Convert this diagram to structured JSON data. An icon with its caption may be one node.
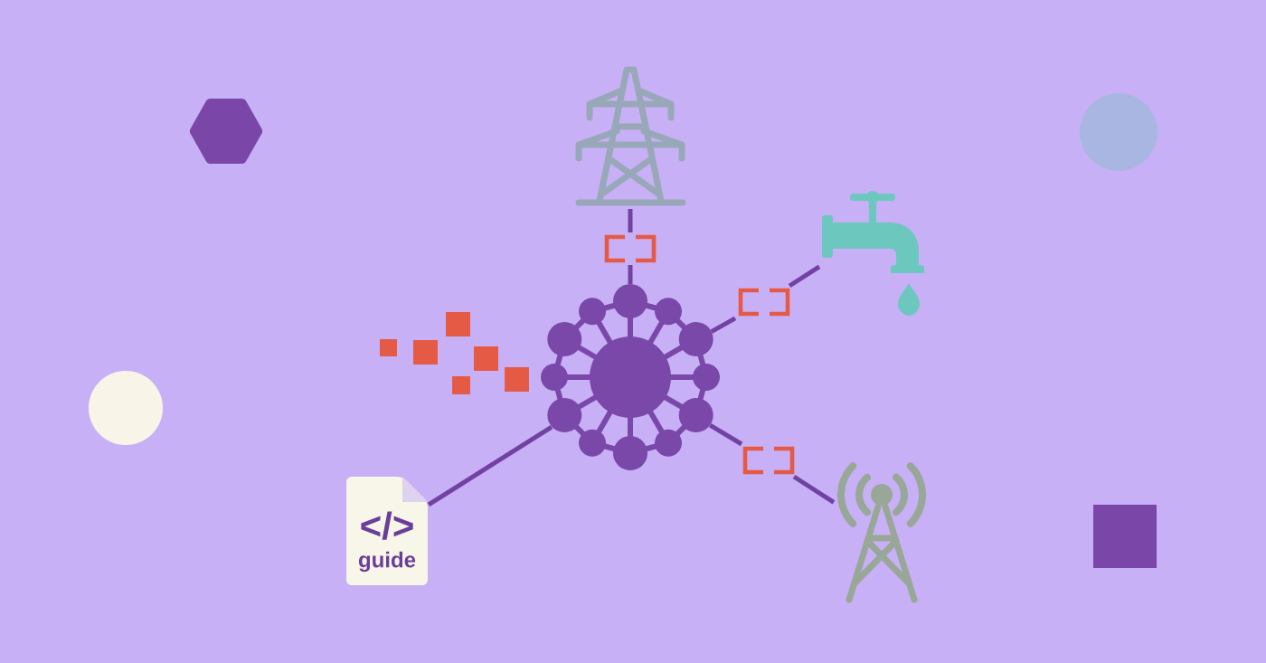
{
  "diagram": {
    "nodes": [
      {
        "text": [],
        "shape": "hexagon"
      },
      {
        "text": [],
        "shape": "picture"
      },
      {
        "text": [],
        "shape": "circle"
      },
      {
        "text": [],
        "shape": "picture"
      },
      {
        "text": [],
        "shape": "bracket"
      },
      {
        "text": [],
        "shape": "bracket"
      },
      {
        "text": [],
        "shape": "picture"
      },
      {
        "text": [],
        "shape": "circle"
      },
      {
        "text": [],
        "shape": "bracket"
      },
      {
        "text": [
          "</>",
          "guide"
        ]
      },
      {
        "text": [],
        "shape": "picture"
      },
      {
        "text": [],
        "shape": "square"
      }
    ],
    "edges": [
      {
        "from": 6,
        "to": 4,
        "arrow": "none"
      },
      {
        "from": 4,
        "to": 1,
        "arrow": "none"
      },
      {
        "from": 6,
        "to": 5,
        "arrow": "none"
      },
      {
        "from": 5,
        "to": 3,
        "arrow": "none"
      },
      {
        "from": 6,
        "to": 8,
        "arrow": "none"
      },
      {
        "from": 8,
        "to": 10,
        "arrow": "none"
      },
      {
        "from": 6,
        "to": 9,
        "arrow": "none"
      }
    ]
  }
}
